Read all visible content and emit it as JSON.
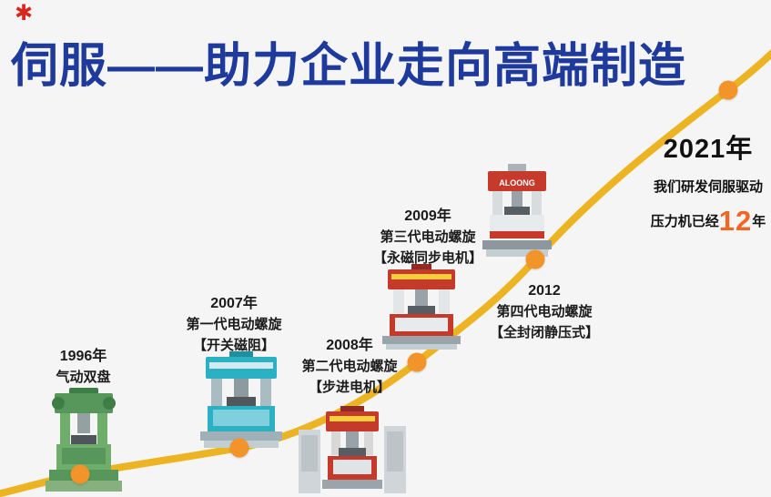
{
  "logo_glyph": "✱",
  "title": "伺服——助力企业走向高端制造",
  "timeline": {
    "milestones": [
      {
        "year": "1996年",
        "line1": "气动双盘",
        "line2": ""
      },
      {
        "year": "2007年",
        "line1": "第一代电动螺旋",
        "line2": "【开关磁阻】"
      },
      {
        "year": "2008年",
        "line1": "第二代电动螺旋",
        "line2": "【步进电机】"
      },
      {
        "year": "2009年",
        "line1": "第三代电动螺旋",
        "line2": "【永磁同步电机】"
      },
      {
        "year": "2012",
        "line1": "第四代电动螺旋",
        "line2": "【全封闭静压式】"
      }
    ],
    "final": {
      "year": "2021年",
      "line1": "我们研发伺服驱动",
      "line2_prefix": "压力机已经",
      "line2_highlight": "12",
      "line2_suffix": "年"
    }
  },
  "machines": {
    "brand": "ALOONG"
  },
  "colors": {
    "title_blue": "#1d3a9c",
    "curve_gold": "#ecb422",
    "dot_orange": "#f2942a",
    "highlight_orange": "#f26522",
    "machine_green": "#57975b",
    "machine_teal": "#2bb0c4",
    "machine_red": "#c63a2b",
    "logo_red": "#d6281f"
  }
}
